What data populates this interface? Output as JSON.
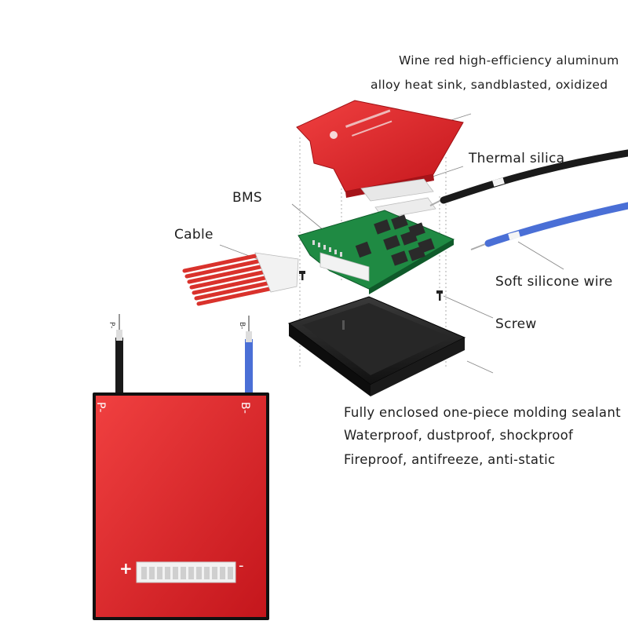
{
  "labels": {
    "heatsink_line1": "Wine red high-efficiency aluminum",
    "heatsink_line2": "alloy heat sink, sandblasted, oxidized",
    "thermal_silica": "Thermal silica",
    "bms": "BMS",
    "cable": "Cable",
    "soft_wire": "Soft silicone wire",
    "screw": "Screw",
    "features": [
      "Fully enclosed one-piece molding sealant",
      "Waterproof, dustproof, shockproof",
      "Fireproof, antifreeze, anti-static"
    ]
  },
  "product_marks": {
    "p_minus": "P-",
    "b_minus": "B-",
    "plus": "+",
    "minus": "-"
  },
  "colors": {
    "heatsink_red": "#e0232a",
    "pcb_green": "#1f8a43",
    "wire_blue": "#4a6fd6",
    "wire_black": "#1a1a1a",
    "case_black": "#1c1c1c",
    "cable_red": "#d9322c"
  }
}
